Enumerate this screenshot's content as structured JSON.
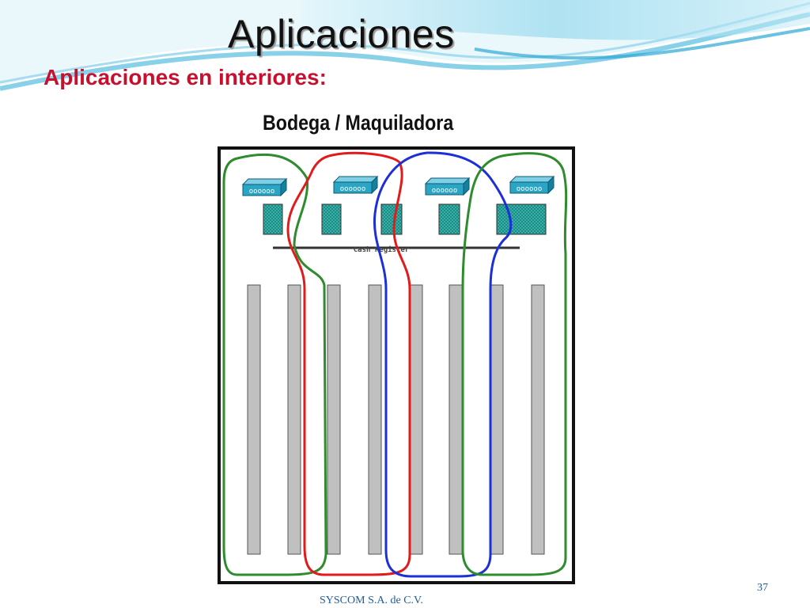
{
  "slide": {
    "title": "Aplicaciones",
    "subtitle": "Aplicaciones en interiores:",
    "diagram_title": "Bodega / Maquiladora",
    "footer": "SYSCOM S.A. de C.V.",
    "page_number": "37"
  },
  "floor_plan": {
    "cash_register_label": "Cash Register",
    "access_points": 4,
    "shelf_rows": 8,
    "coverage_zones": [
      {
        "name": "zone-green-left",
        "color": "#2e8b2e"
      },
      {
        "name": "zone-red",
        "color": "#e11b1b"
      },
      {
        "name": "zone-blue",
        "color": "#1d2fd6"
      },
      {
        "name": "zone-green-right",
        "color": "#2e8b2e"
      }
    ],
    "colors": {
      "shelf": "#c0c0c0",
      "shelf_edge": "#555555",
      "device": "#22a6c4",
      "cash_block": "#35b8b0",
      "wall": "#111111"
    }
  }
}
